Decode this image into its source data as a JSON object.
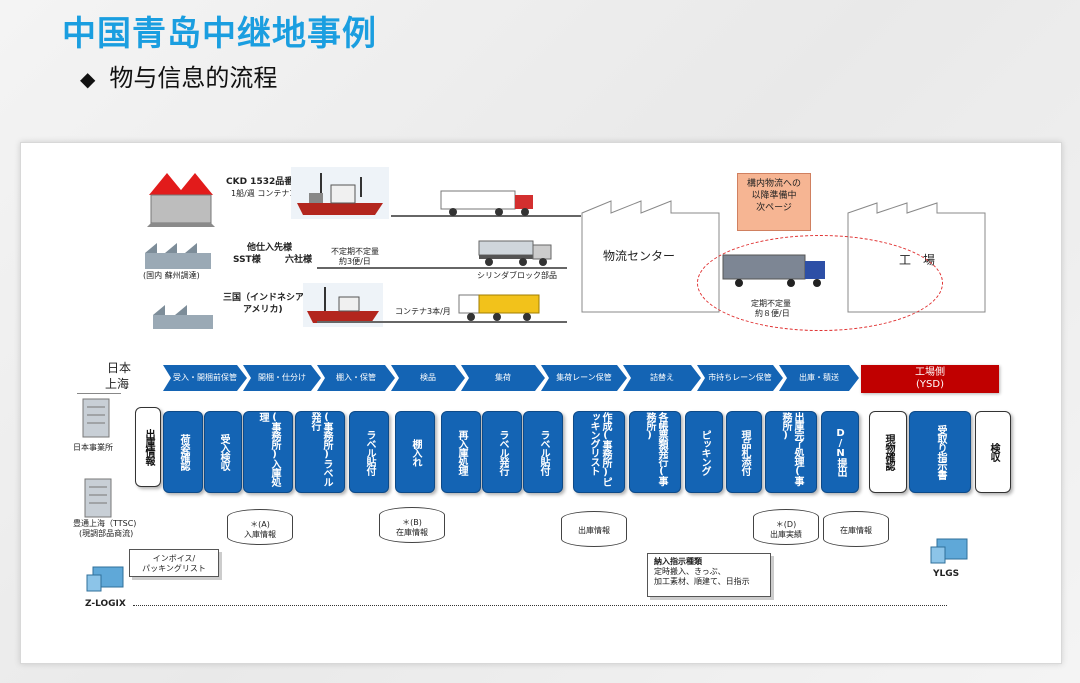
{
  "title": "中国青岛中继地事例",
  "subtitle": "物与信息的流程",
  "supply": {
    "ckd_line1": "CKD 1532品番",
    "ckd_line2": "1船/週 コンテナ10本",
    "domestic_label": "(国内 蘇州調達)",
    "other_suppliers": "他仕入先様",
    "sst": "SST様",
    "six_companies": "六社様",
    "irregular": "不定期不定量",
    "per_day3": "約3便/日",
    "cylinder_block": "シリンダブロック部品",
    "third_country": "三国（インドネシア・",
    "third_country2": "アメリカ)",
    "container3": "コンテナ3本/月"
  },
  "center": {
    "logistics_center": "物流センター",
    "factory": "工　場",
    "note_line1": "構内物流への",
    "note_line2": "以降準備中",
    "note_line3": "次ページ",
    "irregular2": "定期不定量",
    "per_day8": "約８便/日"
  },
  "region": {
    "japan": "日本",
    "shanghai": "上海"
  },
  "stages": [
    "受入・開梱前保管",
    "開梱・仕分け",
    "棚入・保管",
    "検品",
    "集荷",
    "集荷レーン保管",
    "詰替え",
    "市持ちレーン保管",
    "出庫・積送"
  ],
  "factory_side": {
    "label": "工場側",
    "sub": "(YSD)"
  },
  "steps": [
    "荷姿確認",
    "受入検収",
    "(事務所)入庫処理",
    "(事務所)ラベル発行",
    "ラベル貼付",
    "棚入れ",
    "再入庫処理",
    "ラベル発行",
    "ラベル貼付",
    "作成(事務所)ピッキングリスト",
    "各帳票類発行(事務所)",
    "ピッキング",
    "現品札添付",
    "出庫完了処理(事務所)",
    "D/N提出"
  ],
  "left_box": "出庫情報",
  "right_steps": [
    "現物確認",
    "受取り指示書",
    "検収"
  ],
  "entities": {
    "japan_office": "日本事業所",
    "ttsc1": "豊通上海（TTSC)",
    "ttsc2": "(現調部品商流)",
    "zlogix": "Z-LOGIX",
    "ylgs": "YLGS"
  },
  "db": {
    "a1": "＊(A)",
    "a2": "入庫情報",
    "b1": "＊(B)",
    "b2": "在庫情報",
    "c2": "出庫情報",
    "d1": "＊(D)",
    "d2": "出庫実績",
    "e2": "在庫情報"
  },
  "invoice": {
    "line1": "インボイス/",
    "line2": "パッキングリスト"
  },
  "delivery": {
    "title": "納入指示種類",
    "line1": "定時搬入、きっぷ、",
    "line2": "加工素材、順建て、日指示"
  },
  "colors": {
    "accent": "#1a9ee0",
    "stage_blue": "#1464b4",
    "factory_red": "#c00000",
    "note_bg": "#f6b593"
  }
}
